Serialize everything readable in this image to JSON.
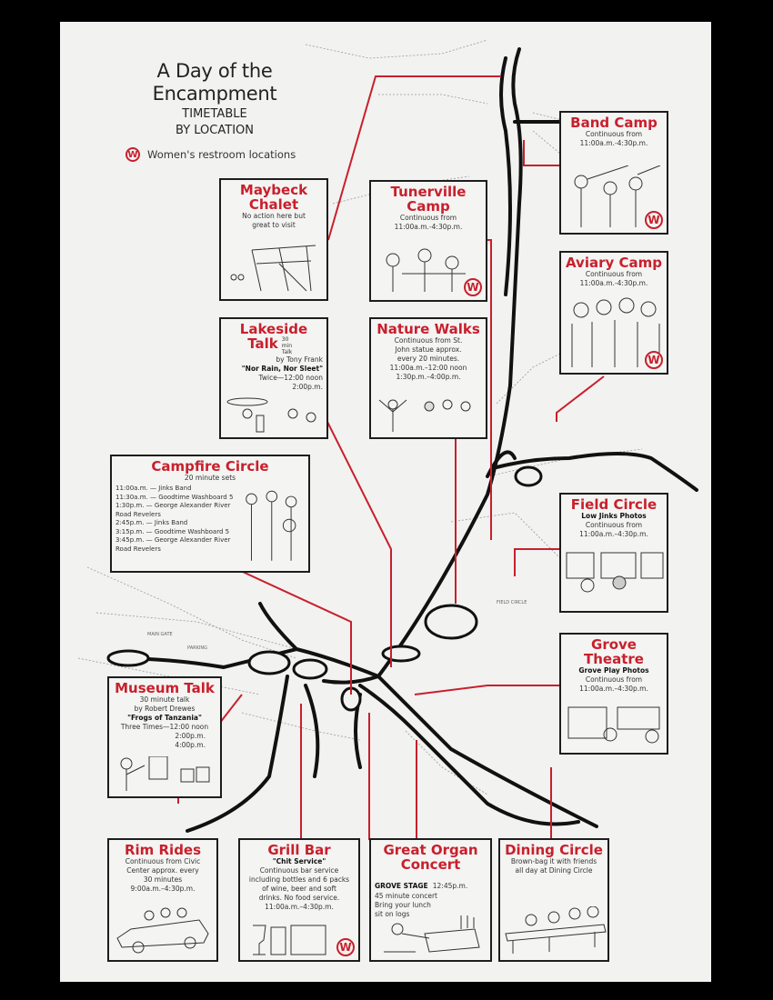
{
  "title": {
    "line1": "A Day of the",
    "line2": "Encampment",
    "sub1": "TIMETABLE",
    "sub2": "BY LOCATION"
  },
  "legend": {
    "badge": "W",
    "label": "Women's restroom locations"
  },
  "colors": {
    "accent_red": "#c8202c",
    "paper": "#f2f2f1",
    "ink": "#1d1d1d",
    "frame": "#000000"
  },
  "locations": {
    "maybeck": {
      "title": "Maybeck Chalet",
      "lines": [
        "No action here but",
        "great to visit"
      ],
      "restroom": false
    },
    "tunerville": {
      "title": "Tunerville Camp",
      "lines": [
        "Continuous from",
        "11:00a.m.-4:30p.m."
      ],
      "restroom": true
    },
    "band_camp": {
      "title": "Band Camp",
      "lines": [
        "Continuous from",
        "11:00a.m.-4:30p.m."
      ],
      "restroom": true
    },
    "aviary_camp": {
      "title": "Aviary Camp",
      "lines": [
        "Continuous from",
        "11:00a.m.-4:30p.m."
      ],
      "restroom": true
    },
    "lakeside": {
      "title1": "Lakeside",
      "title2": "Talk",
      "note": "30 min Talk",
      "lines": [
        "by Tony Frank",
        "\"Nor Rain, Nor Sleet\"",
        "Twice—12:00 noon",
        "2:00p.m."
      ],
      "restroom": false
    },
    "nature_walks": {
      "title": "Nature Walks",
      "lines": [
        "Continuous from St.",
        "John statue approx.",
        "every 20 minutes.",
        "11:00a.m.–12:00 noon",
        "1:30p.m.–4:00p.m."
      ],
      "restroom": false
    },
    "campfire": {
      "title": "Campfire Circle",
      "subtitle": "20 minute sets",
      "schedule": [
        {
          "time": "11:00a.m.",
          "act": "Jinks Band"
        },
        {
          "time": "11:30a.m.",
          "act": "Goodtime Washboard 5"
        },
        {
          "time": "1:30p.m.",
          "act": "George Alexander River Road Revelers"
        },
        {
          "time": "2:45p.m.",
          "act": "Jinks Band"
        },
        {
          "time": "3:15p.m.",
          "act": "Goodtime Washboard 5"
        },
        {
          "time": "3:45p.m.",
          "act": "George Alexander River Road Revelers"
        }
      ],
      "restroom": false
    },
    "field_circle": {
      "title": "Field Circle",
      "bold": "Low Jinks Photos",
      "lines": [
        "Continuous from",
        "11:00a.m.–4:30p.m."
      ],
      "restroom": false
    },
    "grove_theatre": {
      "title": "Grove Theatre",
      "bold": "Grove Play Photos",
      "lines": [
        "Continuous from",
        "11:00a.m.–4:30p.m."
      ],
      "restroom": false
    },
    "museum_talk": {
      "title": "Museum Talk",
      "lines": [
        "30 minute talk",
        "by Robert Drewes"
      ],
      "bold": "\"Frogs of Tanzania\"",
      "times": [
        "Three Times—12:00 noon",
        "2:00p.m.",
        "4:00p.m."
      ],
      "restroom": false
    },
    "rim_rides": {
      "title": "Rim Rides",
      "lines": [
        "Continuous from Civic",
        "Center approx. every",
        "30 minutes",
        "9:00a.m.–4:30p.m."
      ],
      "restroom": false
    },
    "grill_bar": {
      "title": "Grill Bar",
      "bold": "\"Chit Service\"",
      "lines": [
        "Continuous bar service",
        "including bottles and 6 packs",
        "of wine, beer and soft",
        "drinks. No food service.",
        "11:00a.m.–4:30p.m."
      ],
      "restroom": true
    },
    "organ": {
      "title": "Great Organ Concert",
      "bold": "GROVE STAGE",
      "bold_time": "12:45p.m.",
      "lines": [
        "45 minute concert",
        "Bring your lunch",
        "sit on logs"
      ],
      "restroom": false
    },
    "dining": {
      "title": "Dining Circle",
      "lines": [
        "Brown-bag it with friends",
        "all day at Dining Circle"
      ],
      "restroom": false
    }
  },
  "map_labels": {
    "main_gate": "MAIN GATE",
    "field_circle": "FIELD CIRCLE",
    "parking": "PARKING"
  }
}
